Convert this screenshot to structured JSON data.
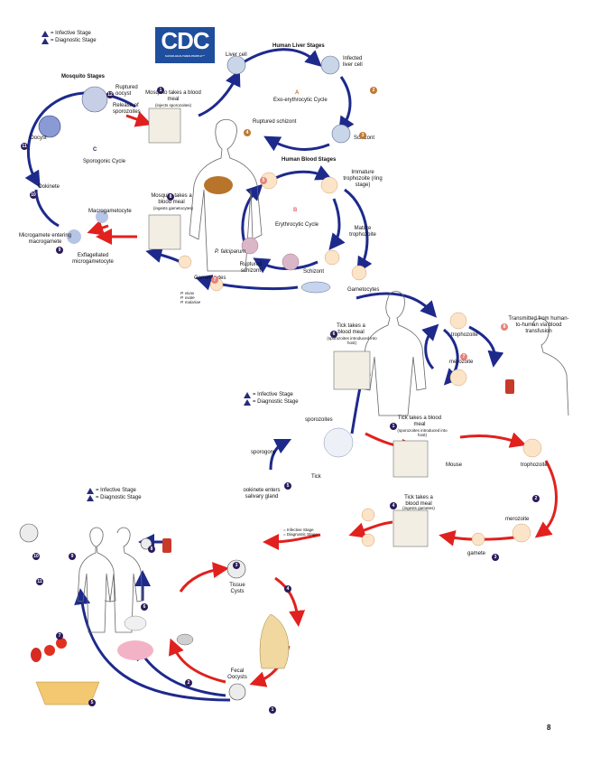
{
  "malaria": {
    "legend": {
      "infective": "= Infective Stage",
      "diagnostic": "= Diagnostic Stage"
    },
    "logo": {
      "text": "CDC",
      "tagline": "SAFER·HEALTHIER·PEOPLE™"
    },
    "mosquito_stages_title": "Mosquito Stages",
    "liver_title": "Human Liver Stages",
    "blood_title": "Human Blood Stages",
    "ruptured_oocyst": "Ruptured oocyst",
    "release_sporozoites": "Release of sporozoites",
    "mosquito_meal_1": "Mosquito takes a blood meal",
    "mosquito_meal_1_sub": "(injects sporozoites)",
    "liver_cell": "Liver cell",
    "infected_liver_cell": "Infected liver cell",
    "exo_cycle": "Exo-erythrocytic Cycle",
    "schizont_liver": "Schizont",
    "ruptured_schizont_liver": "Ruptured schizont",
    "oocyst": "Oocyst",
    "sporogonic": "Sporogonic Cycle",
    "ookinete": "Ookinete",
    "macrogametocyte": "Macrogametocyte",
    "microgamete": "Microgamete entering macrogamete",
    "exflagellated": "Exflagellated microgametocyte",
    "mosquito_meal_8": "Mosquito takes a blood meal",
    "mosquito_meal_8_sub": "(ingests gametocytes)",
    "immature_troph": "Immature trophozoite (ring stage)",
    "erythrocytic": "Erythrocytic Cycle",
    "mature_troph": "Mature trophozoite",
    "ruptured_schizont_blood": "Ruptured schizont",
    "schizont_blood": "Schizont",
    "gametocytes_1": "Gametocytes",
    "gametocytes_2": "Gametocytes",
    "p_falciparum": "P. falciparum",
    "p_others": "P. vivax\nP. ovale\nP. malariae",
    "labels": {
      "A": "A",
      "B": "B",
      "C": "C"
    }
  },
  "babesia": {
    "legend": {
      "infective": "= Infective Stage",
      "diagnostic": "= Diagnostic Stage"
    },
    "tick_meal_6": "Tick takes a blood meal",
    "tick_meal_6_sub": "(sporozoites introduced into host)",
    "trophozoite_human": "trophozoite",
    "merozoite_human": "merozoite",
    "transmitted": "Transmitted from human-to-human via blood transfusion",
    "sporozoites": "sporozoites",
    "sporogony": "sporogony",
    "ookinete_enters": "ookinete enters salivary gland",
    "tick": "Tick",
    "tick_meal_1": "Tick takes a blood meal",
    "tick_meal_1_sub": "(sporozoites introduced into host)",
    "mouse": "Mouse",
    "trophozoite_mouse": "trophozoite",
    "merozoite_mouse": "merozoite",
    "gamete": "gamete",
    "tick_meal_4": "Tick takes a blood meal",
    "tick_meal_4_sub": "(ingests gametes)",
    "small_legend": {
      "infective": "= Infective Stage",
      "diagnostic": "= Diagnostic Stage"
    }
  },
  "toxo": {
    "legend": {
      "infective": "= Infective Stage",
      "diagnostic": "= Diagnostic Stage"
    },
    "tissue_cysts": "Tissue Cysts",
    "fecal_oocysts": "Fecal Oocysts"
  },
  "page_number": "8",
  "numbers": [
    "1",
    "2",
    "3",
    "4",
    "5",
    "6",
    "7",
    "8",
    "9",
    "10",
    "11",
    "12"
  ]
}
